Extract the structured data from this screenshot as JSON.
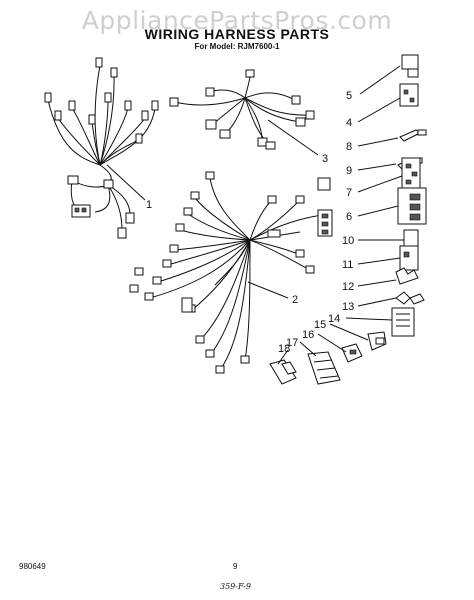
{
  "watermark": "AppliancePartsPros.com",
  "title": "WIRING HARNESS PARTS",
  "subtitle": "For Model: RJM7600-1",
  "callouts": [
    "1",
    "2",
    "3",
    "4",
    "5",
    "6",
    "7",
    "8",
    "9",
    "10",
    "11",
    "12",
    "13",
    "14",
    "15",
    "16",
    "17",
    "18"
  ],
  "footer": {
    "doc_number": "980649",
    "page_number": "9",
    "code": "359-F-9"
  }
}
